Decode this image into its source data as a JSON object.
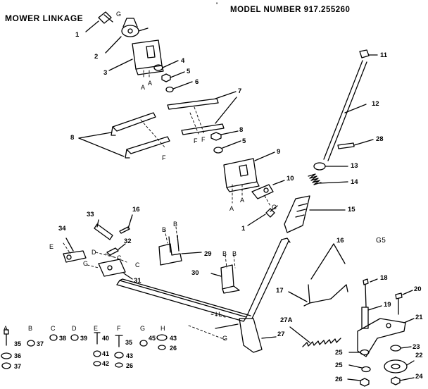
{
  "header": {
    "section_title": "MOWER LINKAGE",
    "model_number": "MODEL NUMBER 917.255260",
    "page_code": "G5"
  },
  "callouts": [
    "1",
    "2",
    "3",
    "4",
    "5",
    "6",
    "7",
    "8",
    "9",
    "10",
    "1",
    "11",
    "12",
    "28",
    "13",
    "14",
    "15",
    "16",
    "33",
    "34",
    "32",
    "29",
    "30",
    "31",
    "16",
    "17",
    "18",
    "19",
    "20",
    "21",
    "27A",
    "27",
    "23",
    "22",
    "25",
    "25",
    "26",
    "24",
    "8",
    "5"
  ],
  "letter_marks": [
    "G",
    "A",
    "A",
    "F",
    "F",
    "F",
    "A",
    "A",
    "G",
    "B",
    "B",
    "B",
    "B",
    "E",
    "D",
    "C",
    "G",
    "C",
    "H",
    "G"
  ],
  "hardware_legend": {
    "letters": [
      "A",
      "B",
      "C",
      "D",
      "E",
      "F",
      "G",
      "H"
    ],
    "numbers": [
      "35",
      "37",
      "38",
      "39",
      "40",
      "35",
      "45",
      "43",
      "36",
      "41",
      "43",
      "26",
      "37",
      "42",
      "26"
    ]
  }
}
